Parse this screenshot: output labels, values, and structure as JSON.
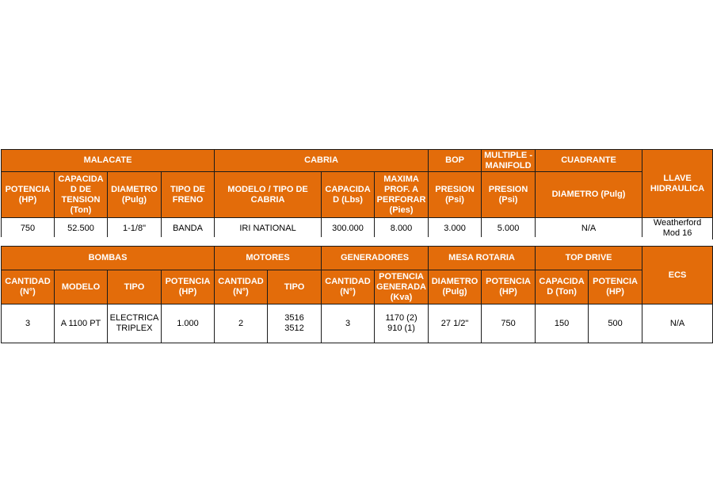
{
  "table1": {
    "groups": {
      "malacate": "MALACATE",
      "cabria": "CABRIA",
      "bop": "BOP",
      "multiple": "MULTIPLE - MANIFOLD",
      "cuadrante": "CUADRANTE",
      "llave": "LLAVE HIDRAULICA"
    },
    "headers": {
      "potencia": "POTENCIA (HP)",
      "capacidad_tension": "CAPACIDA D DE TENSION (Ton)",
      "diametro": "DIAMETRO (Pulg)",
      "tipo_freno": "TIPO DE FRENO",
      "modelo_cabria": "MODELO / TIPO DE CABRIA",
      "capacidad_lbs": "CAPACIDA D (Lbs)",
      "maxima_prof": "MAXIMA PROF. A PERFORAR (Pies)",
      "presion_bop": "PRESION (Psi)",
      "presion_multiple": "PRESION (Psi)",
      "diametro_cuadrante": "DIAMETRO (Pulg)"
    },
    "values": {
      "potencia": "750",
      "capacidad_tension": "52.500",
      "diametro": "1-1/8\"",
      "tipo_freno": "BANDA",
      "modelo_cabria": "IRI NATIONAL",
      "capacidad_lbs": "300.000",
      "maxima_prof": "8.000",
      "presion_bop": "3.000",
      "presion_multiple": "5.000",
      "diametro_cuadrante": "N/A",
      "llave": "Weatherford\nMod 16"
    }
  },
  "table2": {
    "groups": {
      "bombas": "BOMBAS",
      "motores": "MOTORES",
      "generadores": "GENERADORES",
      "mesa": "MESA ROTARIA",
      "topdrive": "TOP DRIVE",
      "ecs": "ECS"
    },
    "headers": {
      "cantidad_bombas": "CANTIDAD (N°)",
      "modelo": "MODELO",
      "tipo_bombas": "TIPO",
      "potencia_bombas": "POTENCIA (HP)",
      "cantidad_motores": "CANTIDAD (N°)",
      "tipo_motores": "TIPO",
      "cantidad_generadores": "CANTIDAD (N°)",
      "potencia_generada": "POTENCIA GENERADA (Kva)",
      "diametro_mesa": "DIAMETRO (Pulg)",
      "potencia_mesa": "POTENCIA (HP)",
      "capacidad_topdrive": "CAPACIDA D (Ton)",
      "potencia_topdrive": "POTENCIA (HP)"
    },
    "values": {
      "cantidad_bombas": "3",
      "modelo": "A 1100 PT",
      "tipo_bombas": "ELECTRICA\nTRIPLEX",
      "potencia_bombas": "1.000",
      "cantidad_motores": "2",
      "tipo_motores": "3516\n3512",
      "cantidad_generadores": "3",
      "potencia_generada": "1170 (2)\n910 (1)",
      "diametro_mesa": "27 1/2\"",
      "potencia_mesa": "750",
      "capacidad_topdrive": "150",
      "potencia_topdrive": "500",
      "ecs": "N/A"
    }
  }
}
